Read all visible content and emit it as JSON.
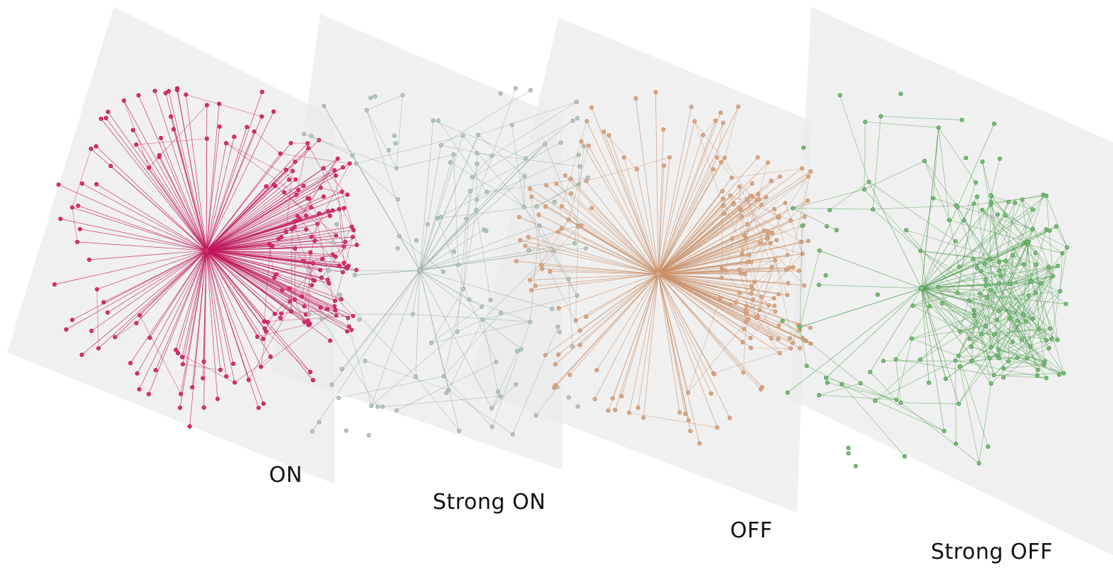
{
  "panels": [
    {
      "label": "ON",
      "color": "#c0185a",
      "node_fill": "#d8306e",
      "style": "hub"
    },
    {
      "label": "Strong ON",
      "color": "#8fa8a0",
      "node_fill": "#b8c8c2",
      "style": "sparse"
    },
    {
      "label": "OFF",
      "color": "#c9906a",
      "node_fill": "#d8a888",
      "style": "hub"
    },
    {
      "label": "Strong OFF",
      "color": "#4a9a4a",
      "node_fill": "#7cbc7c",
      "style": "modular"
    }
  ],
  "panel_background": "#ebebeb"
}
